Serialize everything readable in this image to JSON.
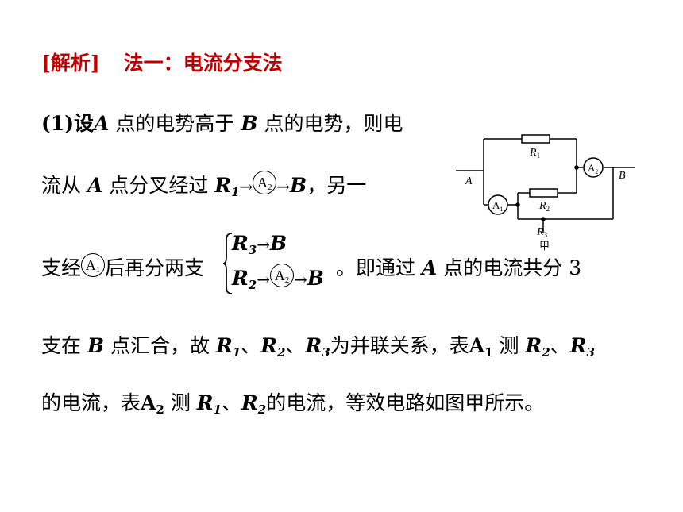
{
  "heading": {
    "tag": "[解析]",
    "method": "法一：电流分支法"
  },
  "line1": {
    "prefix": "(1)设",
    "A": "A",
    "mid": "点的电势高于",
    "B": "B",
    "end": "点的电势，则电"
  },
  "line2": {
    "text1": "流从",
    "A": "A",
    "text2": "点分叉经过",
    "R": "R",
    "R_sub": "1",
    "arrow": "→",
    "meter": "A",
    "meter_sub": "2",
    "arrow2": "→",
    "B": "B",
    "end": "，另一"
  },
  "line3": {
    "text1": "支经",
    "meter": "A",
    "meter_sub": "1",
    "text2": "后再分两支",
    "end": "。即通过",
    "A": "A",
    "text3": "点的电流共分 3"
  },
  "brace": {
    "top": {
      "R": "R",
      "sub": "3",
      "arrow": "→",
      "B": "B"
    },
    "bottom": {
      "R": "R",
      "sub": "2",
      "arrow": "→",
      "meter": "A",
      "meter_sub": "2",
      "arrow2": "→",
      "B": "B"
    }
  },
  "line4": {
    "text1": "支在",
    "B": "B",
    "text2": "点汇合，故",
    "R1": "R",
    "s1": "1",
    "sep1": "、",
    "R2": "R",
    "s2": "2",
    "sep2": "、",
    "R3": "R",
    "s3": "3",
    "text3": "为并联关系，表",
    "A": "A",
    "as": "1",
    "text4": "测",
    "R4": "R",
    "s4": "2",
    "sep3": "、",
    "R5": "R",
    "s5": "3"
  },
  "line5": {
    "text1": "的电流，表",
    "A": "A",
    "as": "2",
    "text2": "测",
    "R1": "R",
    "s1": "1",
    "sep": "、",
    "R2": "R",
    "s2": "2",
    "text3": "的电流，等效电路如图甲所示。"
  },
  "circuit": {
    "label_R1": "R",
    "sub_R1": "1",
    "label_R2": "R",
    "sub_R2": "2",
    "label_R3": "R",
    "sub_R3": "3",
    "label_A": "A",
    "label_B": "B",
    "meter1": "A",
    "meter1_sub": "1",
    "meter2": "A",
    "meter2_sub": "2",
    "caption": "甲"
  },
  "colors": {
    "accent": "#c00000"
  }
}
